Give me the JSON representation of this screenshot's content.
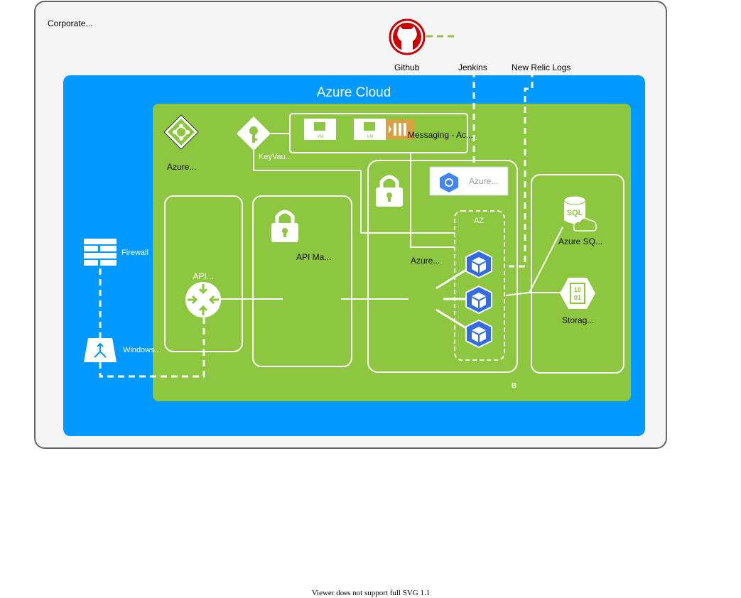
{
  "corporate": {
    "label": "Corporate..."
  },
  "github": {
    "label": "Github"
  },
  "jenkins": {
    "label": "Jenkins"
  },
  "newrelic": {
    "label": "New Relic Logs"
  },
  "azure_cloud": {
    "title": "Azure Cloud"
  },
  "nodes": {
    "azure_devops": "Azure...",
    "keyvault": "KeyVau...",
    "messaging": "Messaging - Ac...",
    "azure_gcp_card": "Azure...",
    "api_gateway": "API...",
    "api_management": "API Ma...",
    "aks": "Azure...",
    "az": "AZ",
    "azure_sql": "Azure SQ...",
    "storage": "Storag...",
    "firewall": "Firewall",
    "windows": "Windows...",
    "zone_b": "B"
  },
  "vm_badge": "VM",
  "sql_badge": "SQL",
  "storage_badge": [
    "10",
    "01"
  ],
  "footer": {
    "notice": "Viewer does not support full SVG 1.1"
  },
  "colors": {
    "corporate_bg": "#f5f5f5",
    "corporate_border": "#666666",
    "azure_blue": "#0099ff",
    "green": "#8dc63f",
    "github_red": "#cc0000",
    "kube_blue": "#326ce5",
    "gcp_blue": "#4285f4",
    "messaging_orange": "#d9a041"
  }
}
